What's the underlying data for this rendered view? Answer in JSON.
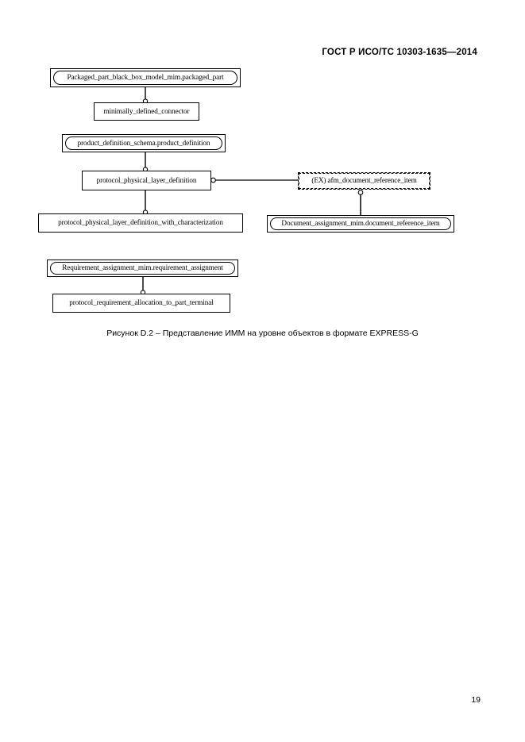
{
  "document": {
    "header_title": "ГОСТ Р ИСО/ТС 10303-1635—2014",
    "page_number": "19"
  },
  "figure": {
    "caption": "Рисунок D.2 –  Представление ИММ на уровне объектов в формате EXPRESS-G",
    "nodes": {
      "packaged_part_black_box": "Packaged_part_black_box_model_mim.packaged_part",
      "minimally_defined_connector": "minimally_defined_connector",
      "product_definition_schema": "product_definition_schema.product_definition",
      "protocol_physical_layer_definition": "protocol_physical_layer_definition",
      "afm_document_reference_item": "(EX) afm_document_reference_item",
      "protocol_physical_layer_definition_with_characterization": "protocol_physical_layer_definition_with_characterization",
      "document_assignment_mim": "Document_assignment_mim.document_reference_item",
      "requirement_assignment_mim": "Requirement_assignment_mim.requirement_assignment",
      "protocol_requirement_allocation": "protocol_requirement_allocation_to_part_terminal"
    },
    "diagram_type": "EXPRESS-G entity-level diagram",
    "line_color": "#000000",
    "background_color": "#ffffff"
  }
}
